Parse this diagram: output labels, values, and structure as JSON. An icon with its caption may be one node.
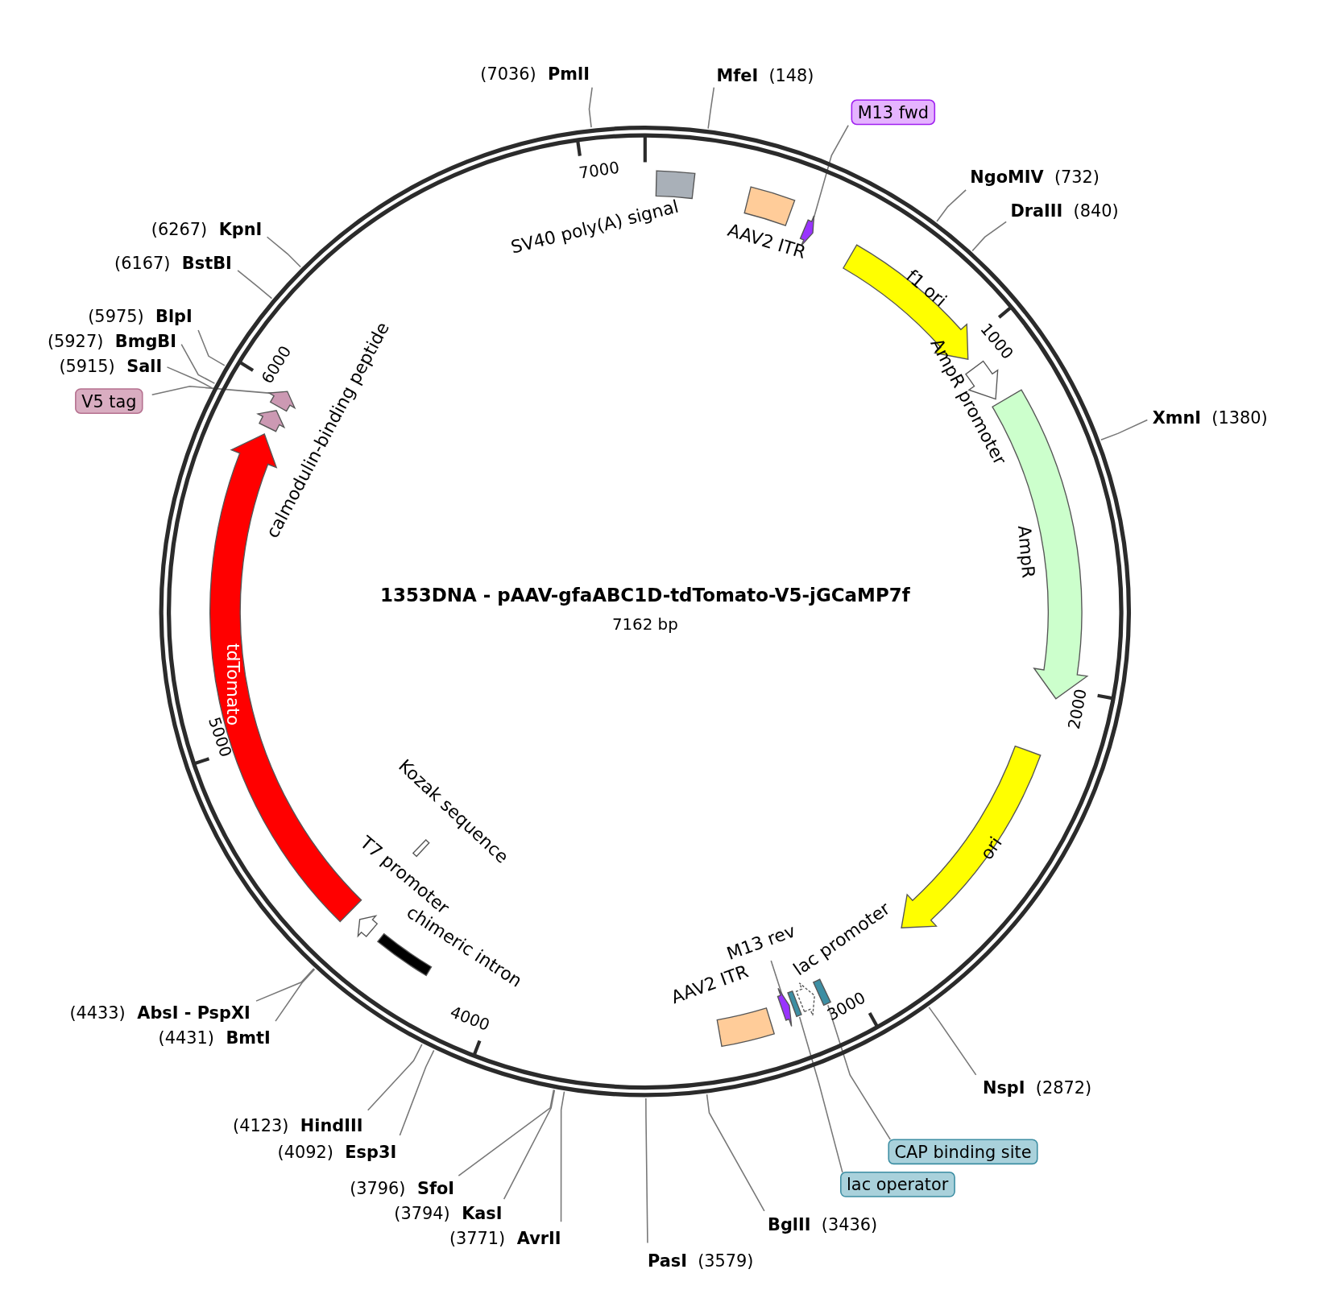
{
  "diagram": {
    "title": "1353DNA - pAAV-gfaABC1D-tdTomato-V5-jGCaMP7f",
    "nodes": [
      {
        "text": [],
        "shape": "circle"
      },
      {
        "text": [],
        "shape": "box",
        "beside": [
          "SV40 poly(A) signal"
        ],
        "in": 0
      },
      {
        "text": [],
        "shape": "box",
        "beside": [
          "AAV2 ITR"
        ],
        "in": 0
      },
      {
        "text": [],
        "shape": "arrow",
        "in": 0
      },
      {
        "text": [
          "f1 ori"
        ],
        "in": 0
      },
      {
        "text": [],
        "shape": "arrow",
        "beside": [
          "AmpR promoter"
        ],
        "in": 0
      },
      {
        "text": [],
        "shape": "arrow",
        "beside": [
          "AmpR"
        ],
        "in": 0
      },
      {
        "text": [
          "ori"
        ],
        "in": 0
      },
      {
        "text": [],
        "shape": "box",
        "in": 0
      },
      {
        "text": [],
        "shape": "arrow",
        "beside": [
          "lac promoter"
        ],
        "in": 0
      },
      {
        "text": [],
        "shape": "box",
        "in": 0
      },
      {
        "text": [],
        "shape": "arrow",
        "in": 0
      },
      {
        "text": [],
        "shape": "box",
        "beside": [
          "AAV2 ITR"
        ],
        "in": 0
      },
      {
        "text": [],
        "shape": "bar",
        "beside": [
          "chimeric intron"
        ],
        "in": 0
      },
      {
        "text": [],
        "shape": "arrow",
        "beside": [
          "T7 promoter"
        ],
        "in": 0
      },
      {
        "text": [],
        "shape": "box",
        "beside": [
          "Kozak sequence"
        ],
        "in": 0
      },
      {
        "text": [
          "tdTomato"
        ],
        "in": 0
      },
      {
        "text": [],
        "shape": "arrow",
        "beside": [
          "calmodulin-binding peptide"
        ],
        "in": 0
      },
      {
        "text": [],
        "shape": "arrow",
        "in": 0
      },
      {
        "text": [
          "M13 fwd"
        ]
      },
      {
        "text": [
          "V5 tag"
        ]
      },
      {
        "text": [
          "CAP binding site"
        ]
      },
      {
        "text": [
          "lac operator"
        ]
      },
      {
        "text": [
          "PmlI"
        ],
        "beside": [
          "(7036)"
        ]
      },
      {
        "text": [
          "MfeI"
        ],
        "beside": [
          "(148)"
        ]
      },
      {
        "text": [
          "NgoMIV"
        ],
        "beside": [
          "(732)"
        ]
      },
      {
        "text": [
          "DraIII"
        ],
        "beside": [
          "(840)"
        ]
      },
      {
        "text": [
          "XmnI"
        ],
        "beside": [
          "(1380)"
        ]
      },
      {
        "text": [
          "NspI"
        ],
        "beside": [
          "(2872)"
        ]
      },
      {
        "text": [
          "BglII"
        ],
        "beside": [
          "(3436)"
        ]
      },
      {
        "text": [
          "PasI"
        ],
        "beside": [
          "(3579)"
        ]
      },
      {
        "text": [
          "AvrII"
        ],
        "beside": [
          "(3771)"
        ]
      },
      {
        "text": [
          "KasI"
        ],
        "beside": [
          "(3794)"
        ]
      },
      {
        "text": [
          "SfoI"
        ],
        "beside": [
          "(3796)"
        ]
      },
      {
        "text": [
          "Esp3I"
        ],
        "beside": [
          "(4092)"
        ]
      },
      {
        "text": [
          "HindIII"
        ],
        "beside": [
          "(4123)"
        ]
      },
      {
        "text": [
          "BmtI"
        ],
        "beside": [
          "(4431)"
        ]
      },
      {
        "text": [
          "AbsI - PspXI"
        ],
        "beside": [
          "(4433)"
        ]
      },
      {
        "text": [
          "SalI"
        ],
        "beside": [
          "(5915)"
        ]
      },
      {
        "text": [
          "BmgBI"
        ],
        "beside": [
          "(5927)"
        ]
      },
      {
        "text": [
          "BlpI"
        ],
        "beside": [
          "(5975)"
        ]
      },
      {
        "text": [
          "BstBI"
        ],
        "beside": [
          "(6167)"
        ]
      },
      {
        "text": [
          "KpnI"
        ],
        "beside": [
          "(6267)"
        ]
      },
      {
        "text": [
          "M13 rev"
        ],
        "in": 0
      }
    ],
    "edges": [
      {
        "from": 19,
        "to": 3,
        "arrow": "none"
      },
      {
        "from": 20,
        "to": 18,
        "arrow": "none"
      },
      {
        "from": 21,
        "to": 10,
        "arrow": "none"
      },
      {
        "from": 22,
        "to": 8,
        "arrow": "none"
      },
      {
        "from": 23,
        "to": 0,
        "arrow": "none"
      },
      {
        "from": 24,
        "to": 0,
        "arrow": "none"
      },
      {
        "from": 25,
        "to": 0,
        "arrow": "none"
      },
      {
        "from": 26,
        "to": 0,
        "arrow": "none"
      },
      {
        "from": 27,
        "to": 0,
        "arrow": "none"
      },
      {
        "from": 28,
        "to": 0,
        "arrow": "none"
      },
      {
        "from": 29,
        "to": 0,
        "arrow": "none"
      },
      {
        "from": 30,
        "to": 0,
        "arrow": "none"
      },
      {
        "from": 31,
        "to": 0,
        "arrow": "none"
      },
      {
        "from": 32,
        "to": 0,
        "arrow": "none"
      },
      {
        "from": 33,
        "to": 0,
        "arrow": "none"
      },
      {
        "from": 34,
        "to": 0,
        "arrow": "none"
      },
      {
        "from": 35,
        "to": 0,
        "arrow": "none"
      },
      {
        "from": 36,
        "to": 0,
        "arrow": "none"
      },
      {
        "from": 37,
        "to": 0,
        "arrow": "none"
      },
      {
        "from": 38,
        "to": 0,
        "arrow": "none"
      },
      {
        "from": 39,
        "to": 0,
        "arrow": "none"
      },
      {
        "from": 40,
        "to": 0,
        "arrow": "none"
      },
      {
        "from": 41,
        "to": 0,
        "arrow": "none"
      },
      {
        "from": 42,
        "to": 0,
        "arrow": "none"
      },
      {
        "from": 43,
        "to": 11,
        "arrow": "none"
      }
    ],
    "labels": [
      "7162 bp",
      "1000",
      "2000",
      "3000",
      "4000",
      "5000",
      "6000",
      "7000"
    ]
  }
}
